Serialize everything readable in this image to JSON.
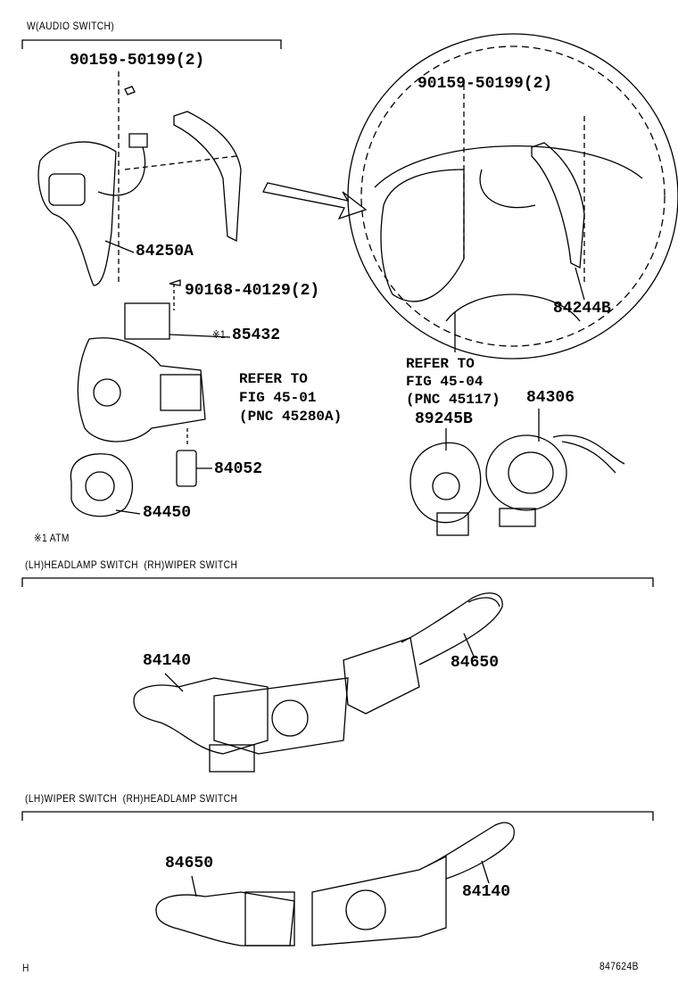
{
  "sections": {
    "audio_switch": "W(AUDIO SWITCH)",
    "lh_headlamp_rh_wiper": "(LH)HEADLAMP SWITCH  (RH)WIPER SWITCH",
    "lh_wiper_rh_headlamp": "(LH)WIPER SWITCH  (RH)HEADLAMP SWITCH"
  },
  "parts": {
    "screw_left": "90159-50199(2)",
    "p84250A": "84250A",
    "screw_90168": "90168-40129(2)",
    "note_mark": "※1",
    "p85432": "85432",
    "refer_left": [
      "REFER TO",
      "FIG 45-01",
      "(PNC 45280A)"
    ],
    "p84052": "84052",
    "p84450": "84450",
    "screw_right": "90159-50199(2)",
    "p84244B": "84244B",
    "refer_right": [
      "REFER TO",
      "FIG 45-04",
      "(PNC 45117)"
    ],
    "p84306": "84306",
    "p89245B": "89245B",
    "p84140_a": "84140",
    "p84650_a": "84650",
    "p84650_b": "84650",
    "p84140_b": "84140"
  },
  "footnote": "※1 ATM",
  "footer": {
    "left": "H",
    "right": "847624B"
  }
}
